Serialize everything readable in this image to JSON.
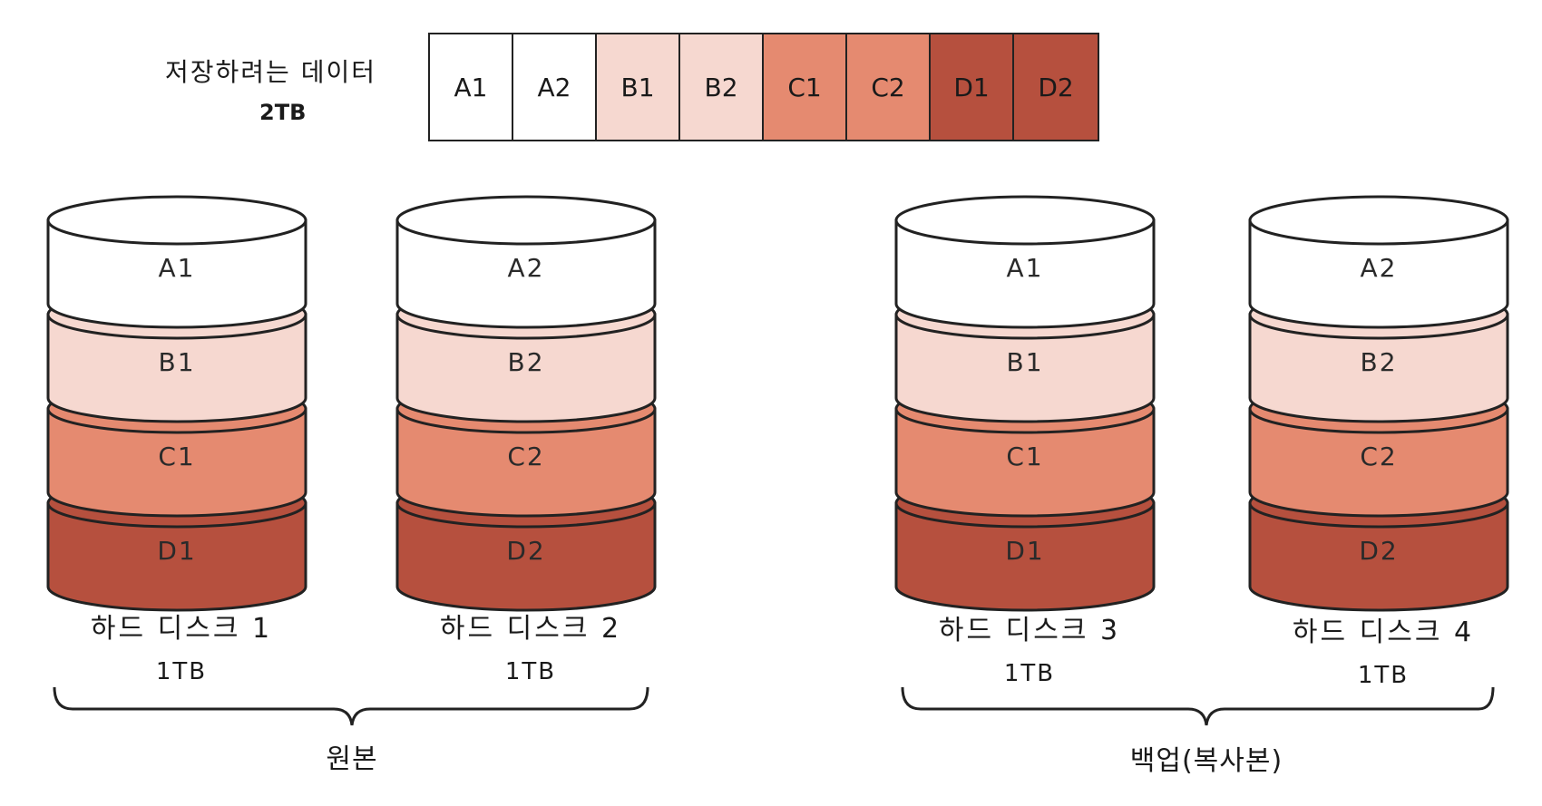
{
  "data_label": "저장하려는 데이터",
  "data_size": "2TB",
  "blocks": [
    {
      "label": "A1",
      "color": "#ffffff"
    },
    {
      "label": "A2",
      "color": "#ffffff"
    },
    {
      "label": "B1",
      "color": "#f6d8d0"
    },
    {
      "label": "B2",
      "color": "#f6d8d0"
    },
    {
      "label": "C1",
      "color": "#e58a70"
    },
    {
      "label": "C2",
      "color": "#e58a70"
    },
    {
      "label": "D1",
      "color": "#b6503e"
    },
    {
      "label": "D2",
      "color": "#b6503e"
    }
  ],
  "disks": [
    {
      "name": "하드 디스크 1",
      "size": "1TB",
      "segments": [
        "A1",
        "B1",
        "C1",
        "D1"
      ]
    },
    {
      "name": "하드 디스크 2",
      "size": "1TB",
      "segments": [
        "A2",
        "B2",
        "C2",
        "D2"
      ]
    },
    {
      "name": "하드 디스크 3",
      "size": "1TB",
      "segments": [
        "A1",
        "B1",
        "C1",
        "D1"
      ]
    },
    {
      "name": "하드 디스크 4",
      "size": "1TB",
      "segments": [
        "A2",
        "B2",
        "C2",
        "D2"
      ]
    }
  ],
  "segment_colors": [
    "#ffffff",
    "#f6d8d0",
    "#e58a70",
    "#b6503e"
  ],
  "groups": [
    {
      "label": "원본"
    },
    {
      "label": "백업(복사본)"
    }
  ]
}
